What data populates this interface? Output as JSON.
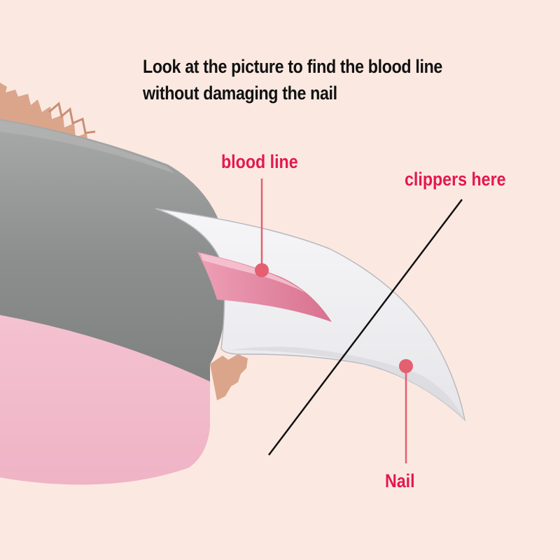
{
  "headline": {
    "line1": "Look at the picture to find the blood line",
    "line2": "without damaging the nail"
  },
  "labels": {
    "blood_line": "blood line",
    "clippers_here": "clippers here",
    "nail": "Nail"
  },
  "colors": {
    "background": "#fbe9e1",
    "label_text": "#e5174f",
    "headline_text": "#111111",
    "fur": "#dca58d",
    "gray_band": "#8e9190",
    "pink_pad": "#f1b9cb",
    "nail": "#eeeef2",
    "quick": "#e590ab",
    "marker": "#e45f6f",
    "cut_line": "#111111"
  }
}
